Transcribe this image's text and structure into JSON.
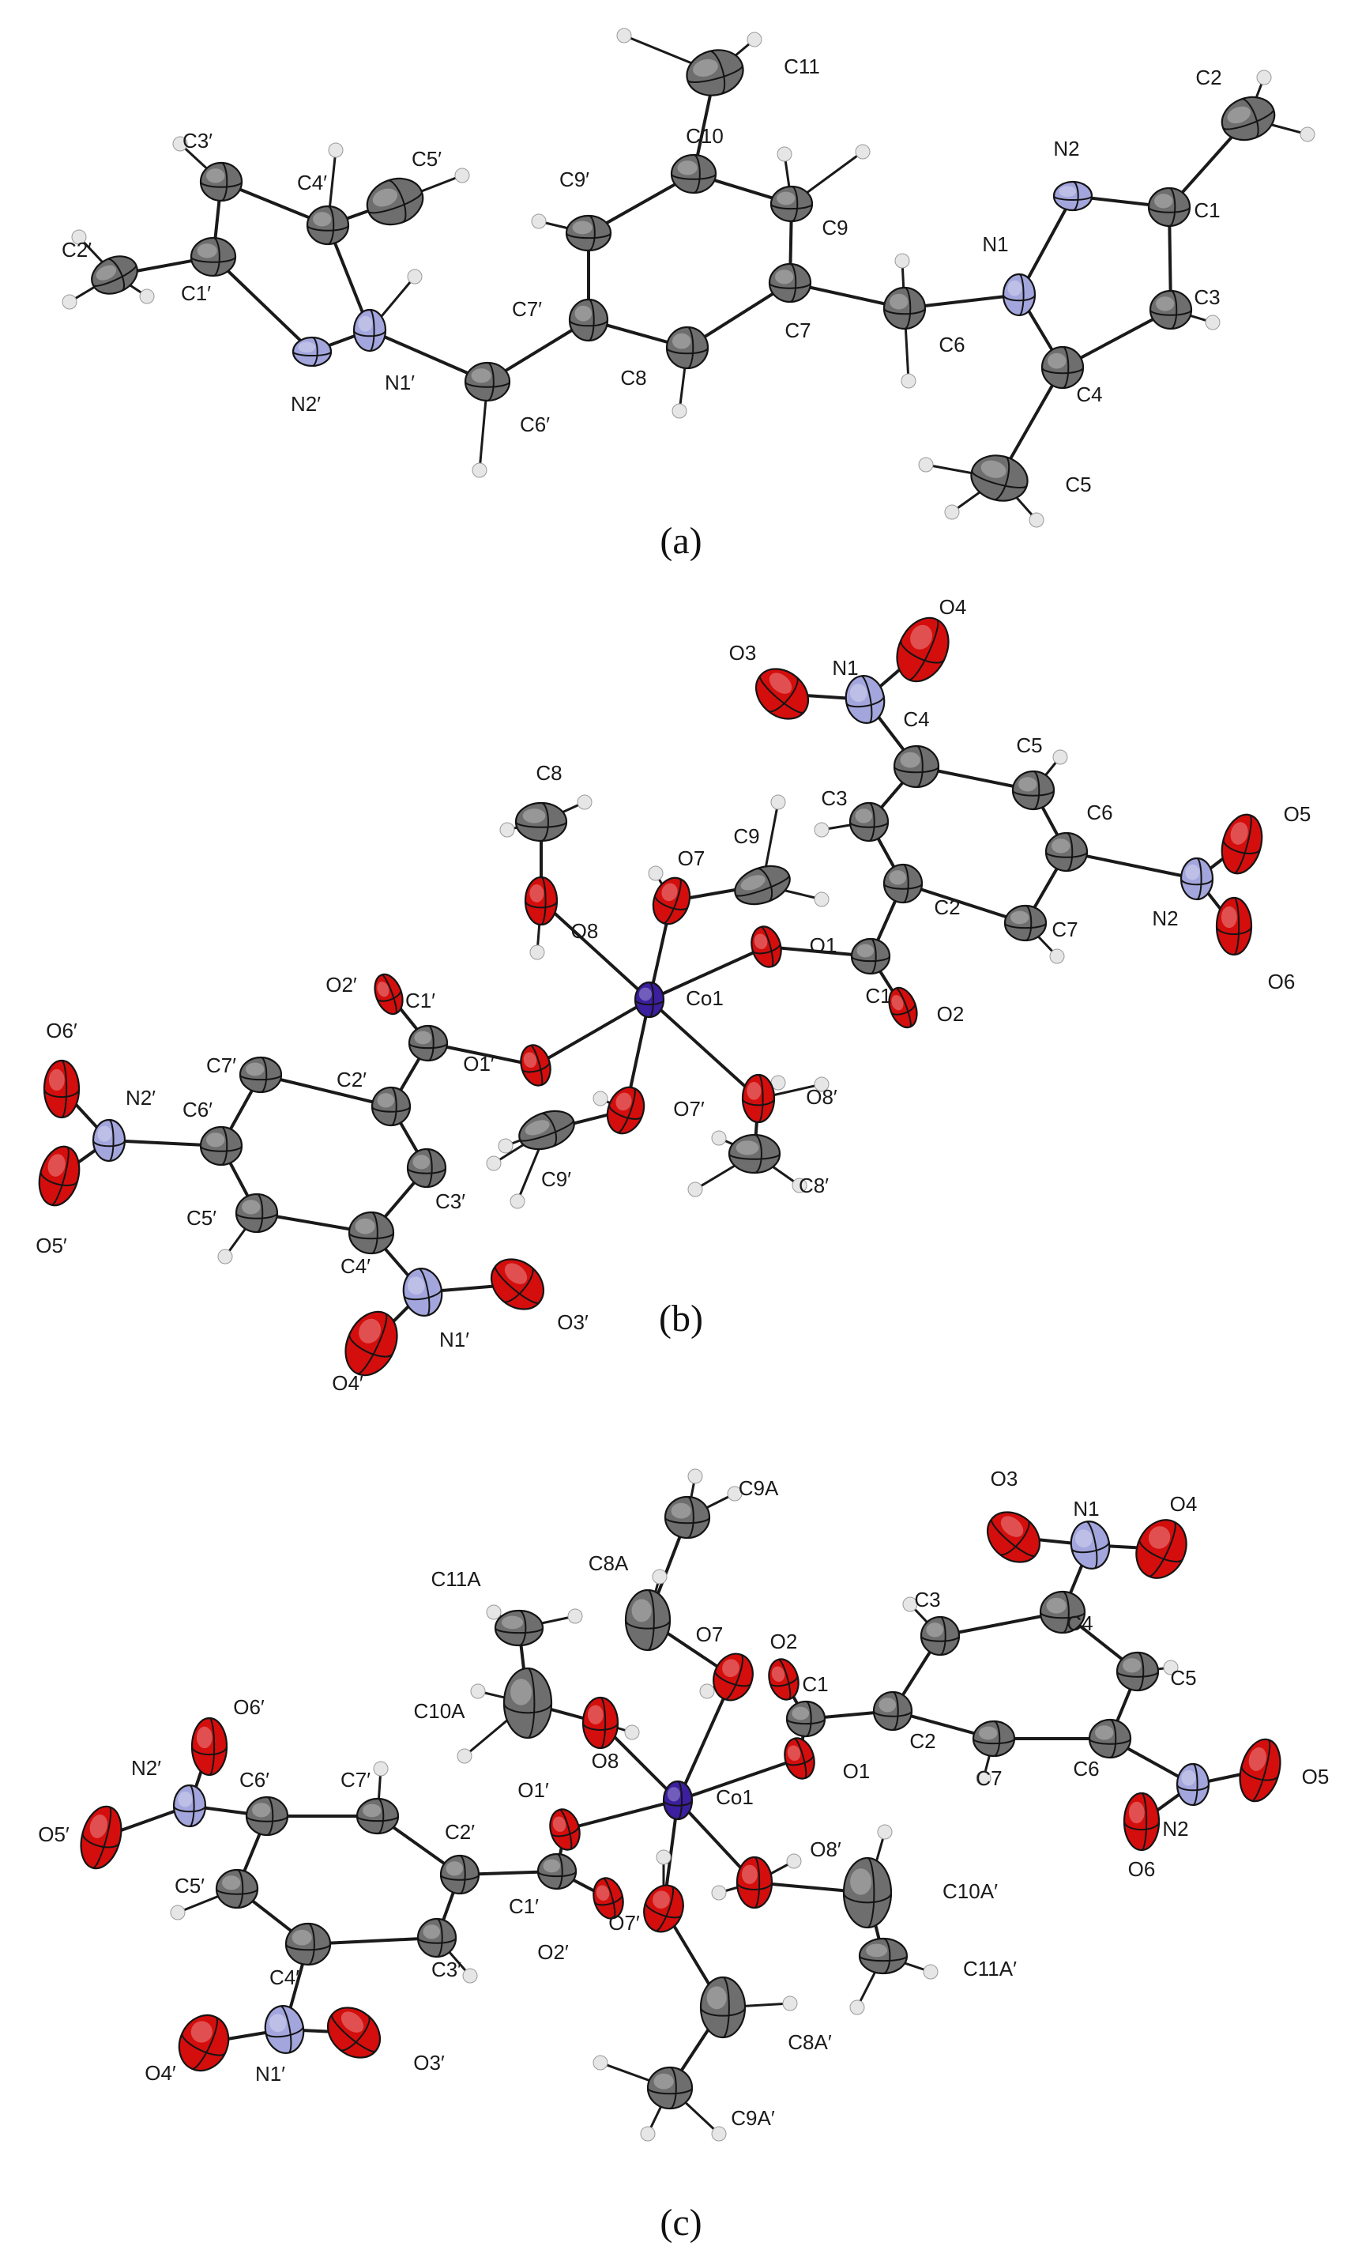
{
  "colors": {
    "C": "#6e6e6e",
    "O": "#d40d0d",
    "N": "#a3a6dd",
    "Co": "#3b1f9e",
    "H": "#e6e6e6"
  },
  "panels": [
    {
      "label": "(a)",
      "atoms": [
        {
          "id": "C2p",
          "el": "C",
          "text": "C2′"
        },
        {
          "id": "C1p",
          "el": "C",
          "text": "C1′"
        },
        {
          "id": "C3p",
          "el": "C",
          "text": "C3′"
        },
        {
          "id": "C4p",
          "el": "C",
          "text": "C4′"
        },
        {
          "id": "C5p",
          "el": "C",
          "text": "C5′"
        },
        {
          "id": "N1p",
          "el": "N",
          "text": "N1′"
        },
        {
          "id": "N2p",
          "el": "N",
          "text": "N2′"
        },
        {
          "id": "C6p",
          "el": "C",
          "text": "C6′"
        },
        {
          "id": "C7p",
          "el": "C",
          "text": "C7′"
        },
        {
          "id": "C8",
          "el": "C",
          "text": "C8"
        },
        {
          "id": "C9p",
          "el": "C",
          "text": "C9′"
        },
        {
          "id": "C10",
          "el": "C",
          "text": "C10"
        },
        {
          "id": "C11",
          "el": "C",
          "text": "C11"
        },
        {
          "id": "C9",
          "el": "C",
          "text": "C9"
        },
        {
          "id": "C7",
          "el": "C",
          "text": "C7"
        },
        {
          "id": "C6",
          "el": "C",
          "text": "C6"
        },
        {
          "id": "N1",
          "el": "N",
          "text": "N1"
        },
        {
          "id": "N2",
          "el": "N",
          "text": "N2"
        },
        {
          "id": "C1",
          "el": "C",
          "text": "C1"
        },
        {
          "id": "C2",
          "el": "C",
          "text": "C2"
        },
        {
          "id": "C3",
          "el": "C",
          "text": "C3"
        },
        {
          "id": "C4",
          "el": "C",
          "text": "C4"
        },
        {
          "id": "C5",
          "el": "C",
          "text": "C5"
        }
      ],
      "bonds": [
        [
          "C2p",
          "C1p"
        ],
        [
          "C1p",
          "C3p"
        ],
        [
          "C3p",
          "C4p"
        ],
        [
          "C4p",
          "C5p"
        ],
        [
          "C4p",
          "N1p"
        ],
        [
          "N1p",
          "N2p"
        ],
        [
          "N2p",
          "C1p"
        ],
        [
          "N1p",
          "C6p"
        ],
        [
          "C6p",
          "C7p"
        ],
        [
          "C7p",
          "C9p"
        ],
        [
          "C9p",
          "C10"
        ],
        [
          "C10",
          "C11"
        ],
        [
          "C10",
          "C9"
        ],
        [
          "C9",
          "C7"
        ],
        [
          "C7",
          "C8"
        ],
        [
          "C8",
          "C7p"
        ],
        [
          "C7",
          "C6"
        ],
        [
          "C6",
          "N1"
        ],
        [
          "N1",
          "N2"
        ],
        [
          "N2",
          "C1"
        ],
        [
          "C1",
          "C2"
        ],
        [
          "C1",
          "C3"
        ],
        [
          "C3",
          "C4"
        ],
        [
          "C4",
          "N1"
        ],
        [
          "C4",
          "C5"
        ]
      ]
    },
    {
      "label": "(b)",
      "atoms": [
        {
          "id": "Co1",
          "el": "Co",
          "text": "Co1"
        },
        {
          "id": "O1",
          "el": "O",
          "text": "O1"
        },
        {
          "id": "O2",
          "el": "O",
          "text": "O2"
        },
        {
          "id": "C1",
          "el": "C",
          "text": "C1"
        },
        {
          "id": "C2",
          "el": "C",
          "text": "C2"
        },
        {
          "id": "C3",
          "el": "C",
          "text": "C3"
        },
        {
          "id": "C4",
          "el": "C",
          "text": "C4"
        },
        {
          "id": "C5",
          "el": "C",
          "text": "C5"
        },
        {
          "id": "C6",
          "el": "C",
          "text": "C6"
        },
        {
          "id": "C7",
          "el": "C",
          "text": "C7"
        },
        {
          "id": "N1",
          "el": "N",
          "text": "N1"
        },
        {
          "id": "O3",
          "el": "O",
          "text": "O3"
        },
        {
          "id": "O4",
          "el": "O",
          "text": "O4"
        },
        {
          "id": "N2",
          "el": "N",
          "text": "N2"
        },
        {
          "id": "O5",
          "el": "O",
          "text": "O5"
        },
        {
          "id": "O6",
          "el": "O",
          "text": "O6"
        },
        {
          "id": "O7",
          "el": "O",
          "text": "O7"
        },
        {
          "id": "C9",
          "el": "C",
          "text": "C9"
        },
        {
          "id": "O8",
          "el": "O",
          "text": "O8"
        },
        {
          "id": "C8",
          "el": "C",
          "text": "C8"
        },
        {
          "id": "O1p",
          "el": "O",
          "text": "O1′"
        },
        {
          "id": "O2p",
          "el": "O",
          "text": "O2′"
        },
        {
          "id": "C1p",
          "el": "C",
          "text": "C1′"
        },
        {
          "id": "C2p",
          "el": "C",
          "text": "C2′"
        },
        {
          "id": "C3p",
          "el": "C",
          "text": "C3′"
        },
        {
          "id": "C4p",
          "el": "C",
          "text": "C4′"
        },
        {
          "id": "C5p",
          "el": "C",
          "text": "C5′"
        },
        {
          "id": "C6p",
          "el": "C",
          "text": "C6′"
        },
        {
          "id": "C7p",
          "el": "C",
          "text": "C7′"
        },
        {
          "id": "N1p",
          "el": "N",
          "text": "N1′"
        },
        {
          "id": "O3p",
          "el": "O",
          "text": "O3′"
        },
        {
          "id": "O4p",
          "el": "O",
          "text": "O4′"
        },
        {
          "id": "N2p",
          "el": "N",
          "text": "N2′"
        },
        {
          "id": "O5p",
          "el": "O",
          "text": "O5′"
        },
        {
          "id": "O6p",
          "el": "O",
          "text": "O6′"
        },
        {
          "id": "O7p",
          "el": "O",
          "text": "O7′"
        },
        {
          "id": "C9p",
          "el": "C",
          "text": "C9′"
        },
        {
          "id": "O8p",
          "el": "O",
          "text": "O8′"
        },
        {
          "id": "C8p",
          "el": "C",
          "text": "C8′"
        }
      ],
      "bonds": [
        [
          "Co1",
          "O1"
        ],
        [
          "Co1",
          "O1p"
        ],
        [
          "Co1",
          "O7"
        ],
        [
          "Co1",
          "O7p"
        ],
        [
          "Co1",
          "O8"
        ],
        [
          "Co1",
          "O8p"
        ],
        [
          "O1",
          "C1"
        ],
        [
          "C1",
          "O2"
        ],
        [
          "C1",
          "C2"
        ],
        [
          "C2",
          "C3"
        ],
        [
          "C3",
          "C4"
        ],
        [
          "C4",
          "C5"
        ],
        [
          "C5",
          "C6"
        ],
        [
          "C6",
          "C7"
        ],
        [
          "C7",
          "C2"
        ],
        [
          "C4",
          "N1"
        ],
        [
          "N1",
          "O3"
        ],
        [
          "N1",
          "O4"
        ],
        [
          "C6",
          "N2"
        ],
        [
          "N2",
          "O5"
        ],
        [
          "N2",
          "O6"
        ],
        [
          "O7",
          "C9"
        ],
        [
          "O8",
          "C8"
        ],
        [
          "O1p",
          "C1p"
        ],
        [
          "C1p",
          "O2p"
        ],
        [
          "C1p",
          "C2p"
        ],
        [
          "C2p",
          "C3p"
        ],
        [
          "C3p",
          "C4p"
        ],
        [
          "C4p",
          "C5p"
        ],
        [
          "C5p",
          "C6p"
        ],
        [
          "C6p",
          "C7p"
        ],
        [
          "C7p",
          "C2p"
        ],
        [
          "C4p",
          "N1p"
        ],
        [
          "N1p",
          "O3p"
        ],
        [
          "N1p",
          "O4p"
        ],
        [
          "C6p",
          "N2p"
        ],
        [
          "N2p",
          "O5p"
        ],
        [
          "N2p",
          "O6p"
        ],
        [
          "O7p",
          "C9p"
        ],
        [
          "O8p",
          "C8p"
        ]
      ]
    },
    {
      "label": "(c)",
      "atoms": [
        {
          "id": "Co1",
          "el": "Co",
          "text": "Co1"
        },
        {
          "id": "O1",
          "el": "O",
          "text": "O1"
        },
        {
          "id": "O2",
          "el": "O",
          "text": "O2"
        },
        {
          "id": "C1",
          "el": "C",
          "text": "C1"
        },
        {
          "id": "C2",
          "el": "C",
          "text": "C2"
        },
        {
          "id": "C3",
          "el": "C",
          "text": "C3"
        },
        {
          "id": "C4",
          "el": "C",
          "text": "C4"
        },
        {
          "id": "C5",
          "el": "C",
          "text": "C5"
        },
        {
          "id": "C6",
          "el": "C",
          "text": "C6"
        },
        {
          "id": "C7",
          "el": "C",
          "text": "C7"
        },
        {
          "id": "N1",
          "el": "N",
          "text": "N1"
        },
        {
          "id": "O3",
          "el": "O",
          "text": "O3"
        },
        {
          "id": "O4",
          "el": "O",
          "text": "O4"
        },
        {
          "id": "N2",
          "el": "N",
          "text": "N2"
        },
        {
          "id": "O5",
          "el": "O",
          "text": "O5"
        },
        {
          "id": "O6",
          "el": "O",
          "text": "O6"
        },
        {
          "id": "O7",
          "el": "O",
          "text": "O7"
        },
        {
          "id": "C8A",
          "el": "C",
          "text": "C8A"
        },
        {
          "id": "C9A",
          "el": "C",
          "text": "C9A"
        },
        {
          "id": "O8",
          "el": "O",
          "text": "O8"
        },
        {
          "id": "C10A",
          "el": "C",
          "text": "C10A"
        },
        {
          "id": "C11A",
          "el": "C",
          "text": "C11A"
        },
        {
          "id": "O1p",
          "el": "O",
          "text": "O1′"
        },
        {
          "id": "O2p",
          "el": "O",
          "text": "O2′"
        },
        {
          "id": "C1p",
          "el": "C",
          "text": "C1′"
        },
        {
          "id": "C2p",
          "el": "C",
          "text": "C2′"
        },
        {
          "id": "C3p",
          "el": "C",
          "text": "C3′"
        },
        {
          "id": "C4p",
          "el": "C",
          "text": "C4′"
        },
        {
          "id": "C5p",
          "el": "C",
          "text": "C5′"
        },
        {
          "id": "C6p",
          "el": "C",
          "text": "C6′"
        },
        {
          "id": "C7p",
          "el": "C",
          "text": "C7′"
        },
        {
          "id": "N1p",
          "el": "N",
          "text": "N1′"
        },
        {
          "id": "O3p",
          "el": "O",
          "text": "O3′"
        },
        {
          "id": "O4p",
          "el": "O",
          "text": "O4′"
        },
        {
          "id": "N2p",
          "el": "N",
          "text": "N2′"
        },
        {
          "id": "O5p",
          "el": "O",
          "text": "O5′"
        },
        {
          "id": "O6p",
          "el": "O",
          "text": "O6′"
        },
        {
          "id": "O7p",
          "el": "O",
          "text": "O7′"
        },
        {
          "id": "C8Ap",
          "el": "C",
          "text": "C8A′"
        },
        {
          "id": "C9Ap",
          "el": "C",
          "text": "C9A′"
        },
        {
          "id": "O8p",
          "el": "O",
          "text": "O8′"
        },
        {
          "id": "C10Ap",
          "el": "C",
          "text": "C10A′"
        },
        {
          "id": "C11Ap",
          "el": "C",
          "text": "C11A′"
        }
      ],
      "bonds": [
        [
          "Co1",
          "O1"
        ],
        [
          "Co1",
          "O1p"
        ],
        [
          "Co1",
          "O7"
        ],
        [
          "Co1",
          "O7p"
        ],
        [
          "Co1",
          "O8"
        ],
        [
          "Co1",
          "O8p"
        ],
        [
          "O1",
          "C1"
        ],
        [
          "C1",
          "O2"
        ],
        [
          "C1",
          "C2"
        ],
        [
          "C2",
          "C3"
        ],
        [
          "C3",
          "C4"
        ],
        [
          "C4",
          "C5"
        ],
        [
          "C5",
          "C6"
        ],
        [
          "C6",
          "C7"
        ],
        [
          "C7",
          "C2"
        ],
        [
          "C4",
          "N1"
        ],
        [
          "N1",
          "O3"
        ],
        [
          "N1",
          "O4"
        ],
        [
          "C6",
          "N2"
        ],
        [
          "N2",
          "O5"
        ],
        [
          "N2",
          "O6"
        ],
        [
          "O7",
          "C8A"
        ],
        [
          "C8A",
          "C9A"
        ],
        [
          "O8",
          "C10A"
        ],
        [
          "C10A",
          "C11A"
        ],
        [
          "O1p",
          "C1p"
        ],
        [
          "C1p",
          "O2p"
        ],
        [
          "C1p",
          "C2p"
        ],
        [
          "C2p",
          "C3p"
        ],
        [
          "C3p",
          "C4p"
        ],
        [
          "C4p",
          "C5p"
        ],
        [
          "C5p",
          "C6p"
        ],
        [
          "C6p",
          "C7p"
        ],
        [
          "C7p",
          "C2p"
        ],
        [
          "C4p",
          "N1p"
        ],
        [
          "N1p",
          "O3p"
        ],
        [
          "N1p",
          "O4p"
        ],
        [
          "C6p",
          "N2p"
        ],
        [
          "N2p",
          "O5p"
        ],
        [
          "N2p",
          "O6p"
        ],
        [
          "O7p",
          "C8Ap"
        ],
        [
          "C8Ap",
          "C9Ap"
        ],
        [
          "O8p",
          "C10Ap"
        ],
        [
          "C10Ap",
          "C11Ap"
        ]
      ]
    }
  ]
}
